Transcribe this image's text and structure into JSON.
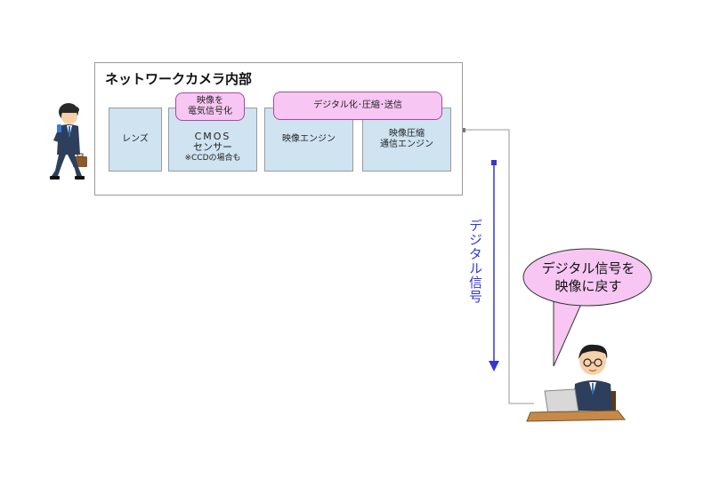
{
  "camera": {
    "title": "ネットワークカメラ内部",
    "blocks": {
      "lens": "レンズ",
      "cmos_line1": "CMOS",
      "cmos_line2": "センサー",
      "cmos_note": "※CCDの場合も",
      "video_engine": "映像エンジン",
      "compression_engine": "映像圧縮\n通信エンジン"
    },
    "labels": {
      "to_electric": "映像を\n電気信号化",
      "digitize": "デジタル化･圧縮･送信"
    }
  },
  "signal_label": "デジタル信号",
  "speech_bubble": "デジタル信号を\n映像に戻す",
  "colors": {
    "block_fill": "#cfe3f1",
    "label_fill": "#f7c6f3",
    "arrow": "#3636d0"
  },
  "icons": [
    "businessman-walking-icon",
    "man-at-laptop-icon"
  ]
}
